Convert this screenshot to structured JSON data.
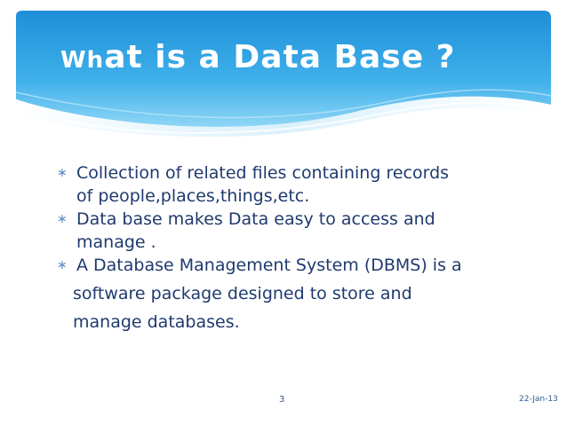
{
  "slide": {
    "title_prefix": "Wh",
    "title_rest": "at is a Data Base ?",
    "bullets": [
      {
        "lines": [
          "Collection of related files containing records",
          "of people,places,things,etc."
        ]
      },
      {
        "lines": [
          "Data base makes Data easy to access and",
          "manage ."
        ]
      },
      {
        "lines": [
          "A Database Management System (DBMS) is a",
          "software package designed to store and",
          "manage databases."
        ]
      }
    ],
    "bullet_marker": "∗",
    "page_number": "3",
    "date": "22-Jan-13"
  },
  "colors": {
    "header_blue": "#2aa0e0",
    "header_light": "#6cc6f2",
    "text": "#1f3a6e",
    "marker": "#5a8fc7"
  }
}
